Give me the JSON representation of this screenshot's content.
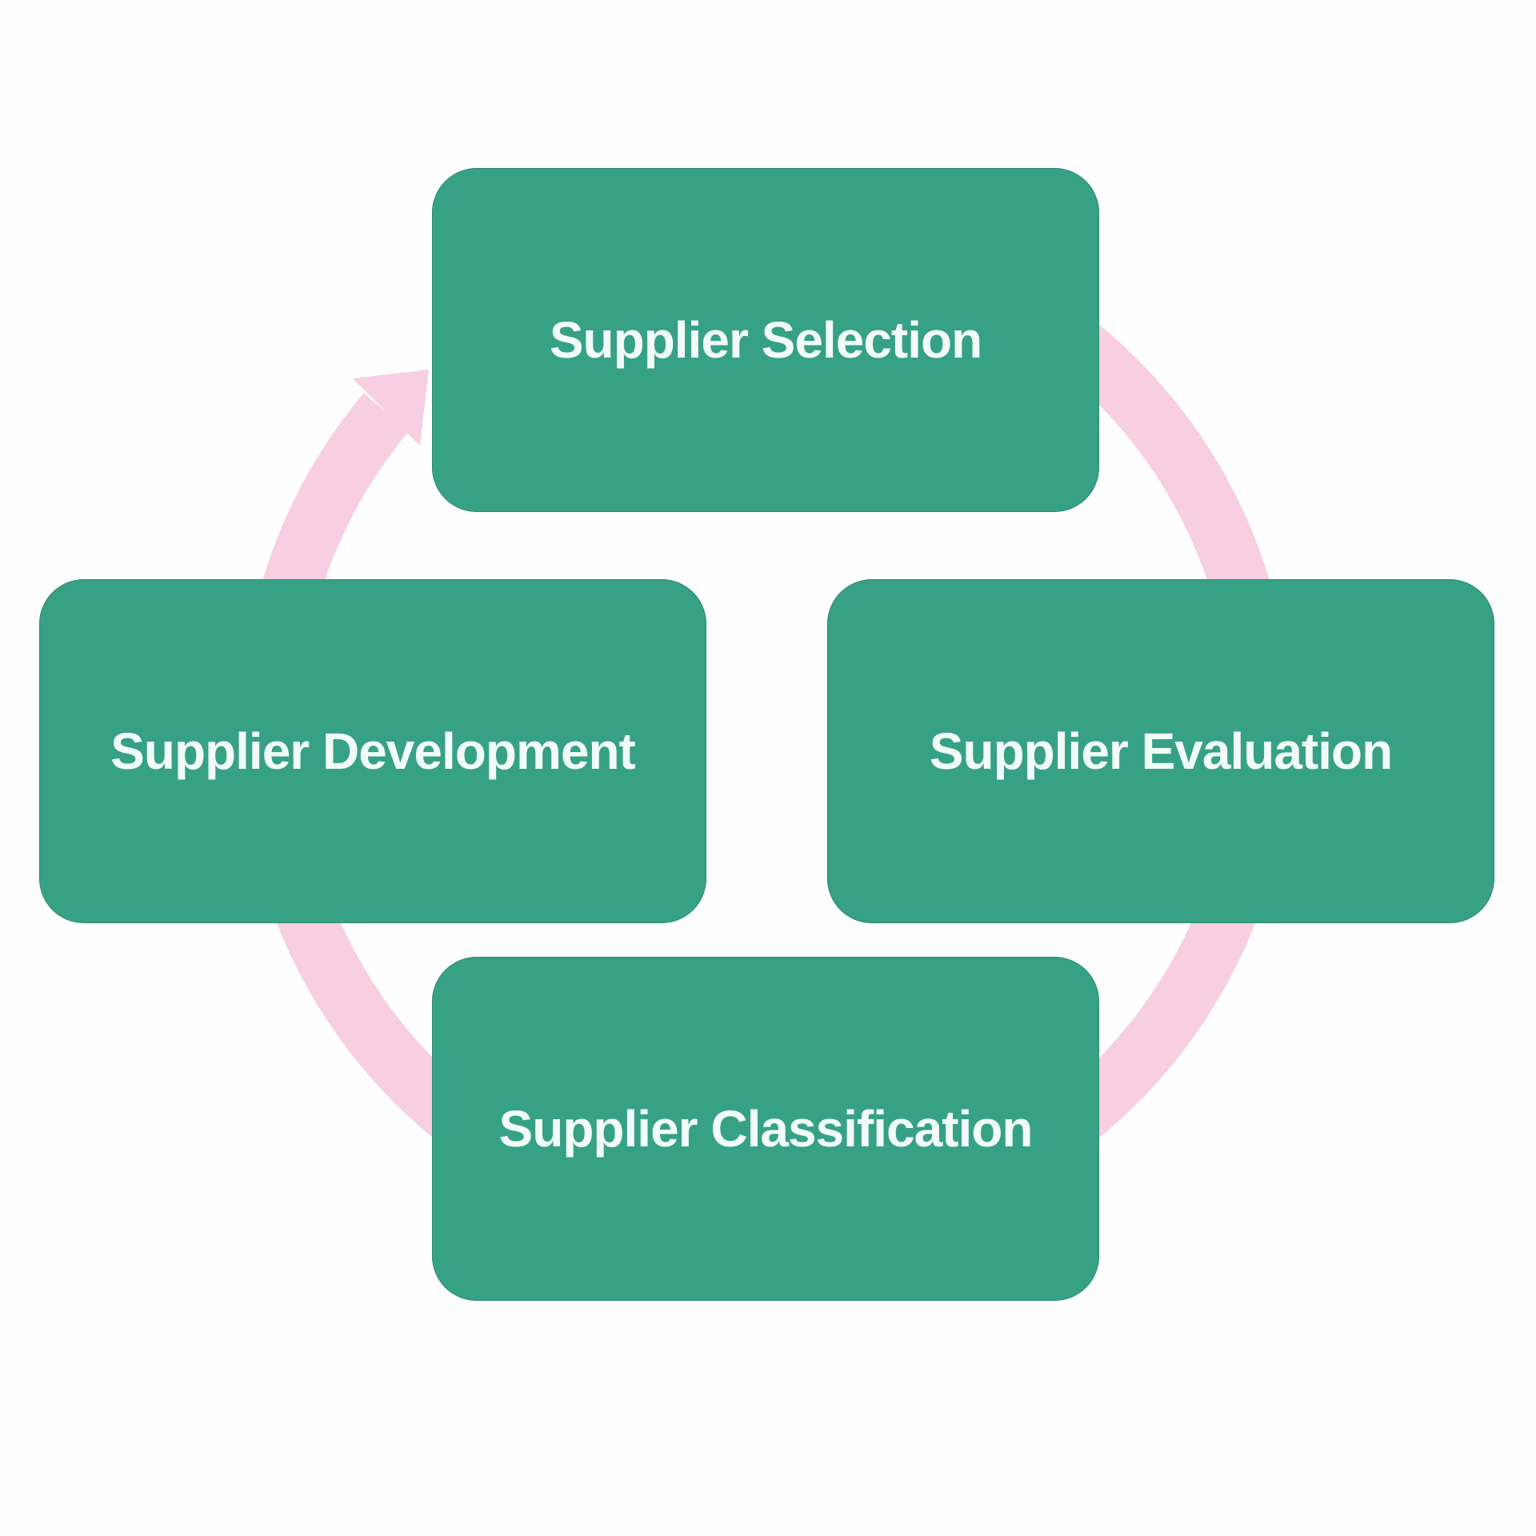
{
  "diagram": {
    "type": "cycle",
    "direction": "clockwise",
    "nodes": [
      {
        "id": "top",
        "label": "Supplier Selection"
      },
      {
        "id": "right",
        "label": "Supplier Evaluation"
      },
      {
        "id": "bottom",
        "label": "Supplier Classification"
      },
      {
        "id": "left",
        "label": "Supplier Development"
      }
    ],
    "connector": {
      "shape": "circular-arrow",
      "arrowhead_direction": "up-right",
      "arrowhead_position": "top-left"
    },
    "colors": {
      "node_fill": "#37a186",
      "node_text": "#f1fbf7",
      "arrow": "#f7cfe0",
      "background": "#fefefe"
    }
  }
}
